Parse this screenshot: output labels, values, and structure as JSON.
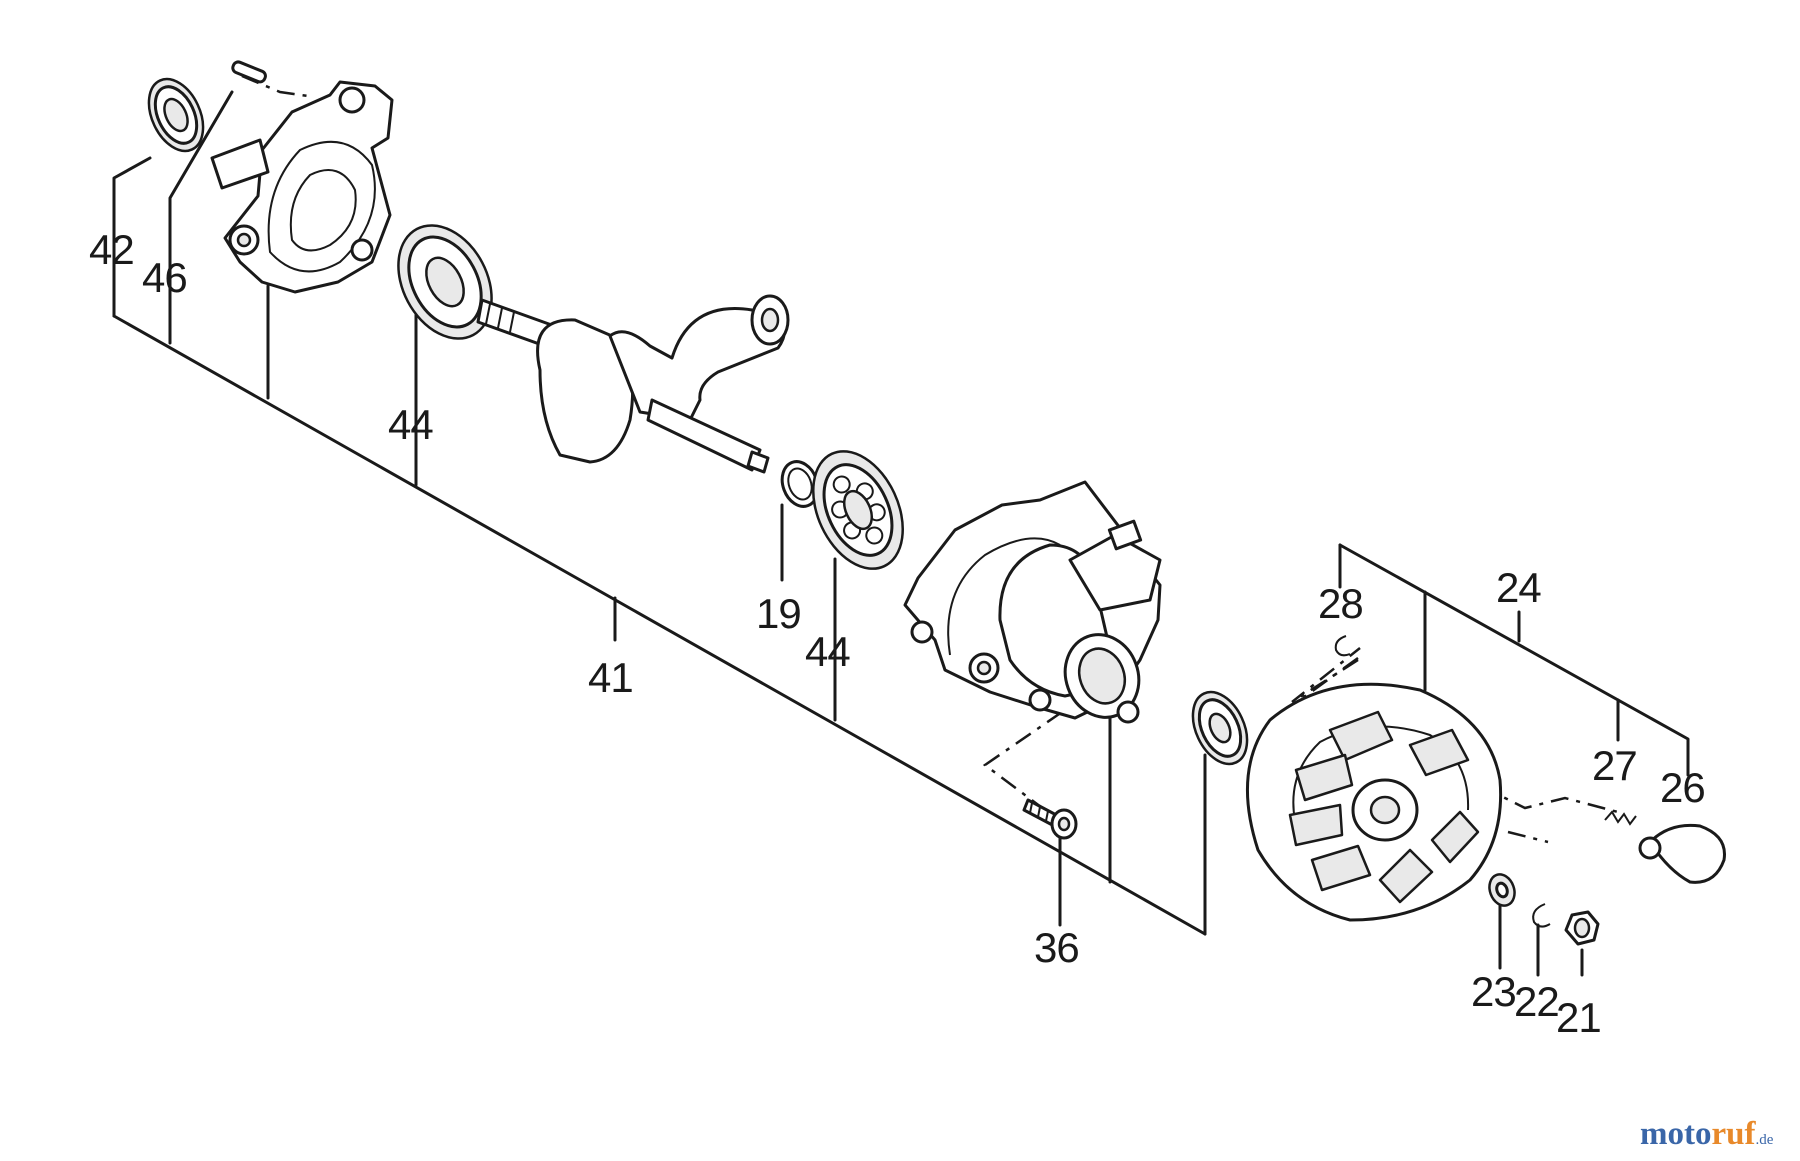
{
  "labels": {
    "p42": "42",
    "p46": "46",
    "p44a": "44",
    "p41": "41",
    "p19": "19",
    "p44b": "44",
    "p36": "36",
    "p28": "28",
    "p24": "24",
    "p27": "27",
    "p26": "26",
    "p23": "23",
    "p22": "22",
    "p21": "21"
  },
  "watermark": {
    "part1": "moto",
    "part2": "ruf",
    "suffix": ".de"
  }
}
